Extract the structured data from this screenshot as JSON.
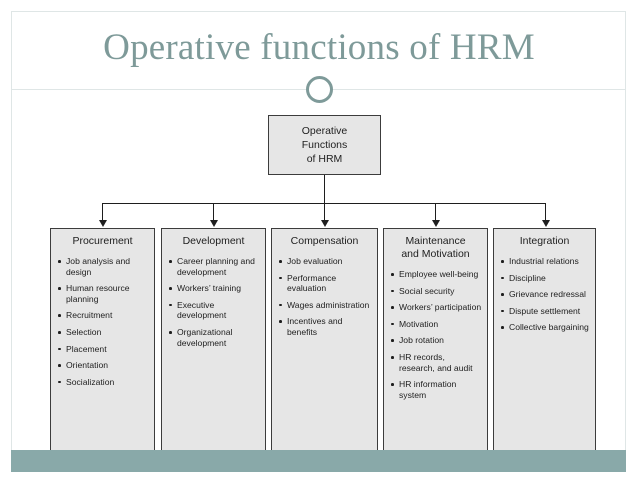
{
  "slide": {
    "title": "Operative functions of HRM",
    "accent_color": "#7e9a99",
    "band_color": "#89a9a9",
    "box_fill": "#e6e6e6",
    "box_border": "#3c3c3c"
  },
  "diagram": {
    "type": "org-chart",
    "root": {
      "label_line1": "Operative",
      "label_line2": "Functions",
      "label_line3": "of HRM"
    },
    "columns": [
      {
        "title": "Procurement",
        "title_line2": "",
        "items": [
          "Job analysis and design",
          "Human resource planning",
          "Recruitment",
          "Selection",
          "Placement",
          "Orientation",
          "Socialization"
        ]
      },
      {
        "title": "Development",
        "title_line2": "",
        "items": [
          "Career planning and development",
          "Workers’ training",
          "Executive development",
          "Organizational development"
        ]
      },
      {
        "title": "Compensation",
        "title_line2": "",
        "items": [
          "Job evaluation",
          "Performance evaluation",
          "Wages administration",
          "Incentives and benefits"
        ]
      },
      {
        "title": "Maintenance",
        "title_line2": "and Motivation",
        "items": [
          "Employee well-being",
          "Social security",
          "Workers’ participation",
          "Motivation",
          "Job rotation",
          "HR records, research, and audit",
          "HR information system"
        ]
      },
      {
        "title": "Integration",
        "title_line2": "",
        "items": [
          "Industrial relations",
          "Discipline",
          "Grievance redressal",
          "Dispute settlement",
          "Collective bargaining"
        ]
      }
    ]
  }
}
